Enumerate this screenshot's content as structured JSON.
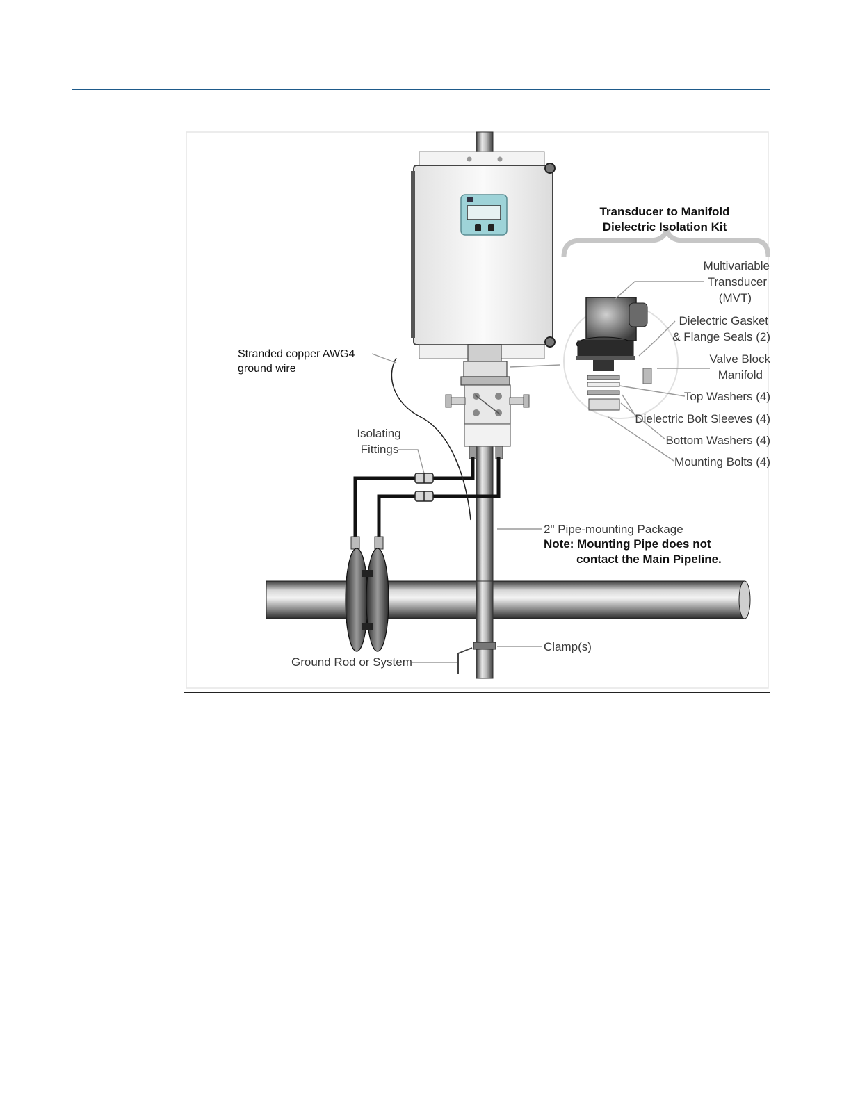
{
  "figure": {
    "kit_title_line1": "Transducer to Manifold",
    "kit_title_line2": "Dielectric Isolation Kit",
    "labels": {
      "mvt_line1": "Multivariable",
      "mvt_line2": "Transducer",
      "mvt_line3": "(MVT)",
      "gasket_line1": "Dielectric Gasket",
      "gasket_line2": "& Flange Seals (2)",
      "valve_line1": "Valve Block",
      "valve_line2": "Manifold",
      "top_washers": "Top Washers (4)",
      "bolt_sleeves": "Dielectric Bolt Sleeves (4)",
      "bottom_washers": "Bottom Washers (4)",
      "mounting_bolts": "Mounting Bolts (4)",
      "ground_wire_line1": "Stranded copper AWG4",
      "ground_wire_line2": "ground wire",
      "isolating_line1": "Isolating",
      "isolating_line2": "Fittings",
      "pipe_package": "2\" Pipe-mounting Package",
      "note_prefix": "Note:",
      "note_line1": "Mounting Pipe does not",
      "note_line2": "contact the Main Pipeline.",
      "clamps": "Clamp(s)",
      "ground_rod": "Ground Rod or System"
    }
  }
}
